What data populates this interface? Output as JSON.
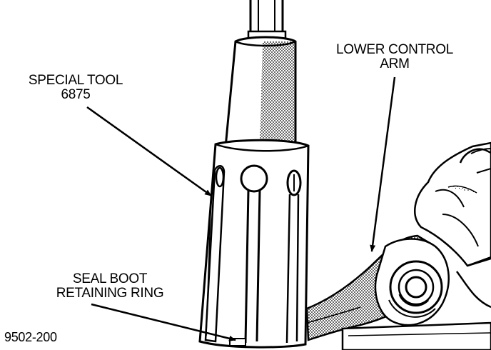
{
  "callouts": {
    "special_tool": {
      "line1": "SPECIAL TOOL",
      "line2": "6875"
    },
    "lower_control_arm": {
      "line1": "LOWER CONTROL",
      "line2": "ARM"
    },
    "seal_boot": {
      "line1": "SEAL BOOT",
      "line2": "RETAINING RING"
    }
  },
  "figure_number": "9502-200",
  "colors": {
    "ink": "#000000",
    "paper": "#ffffff",
    "shade": "#8a8a8a"
  }
}
